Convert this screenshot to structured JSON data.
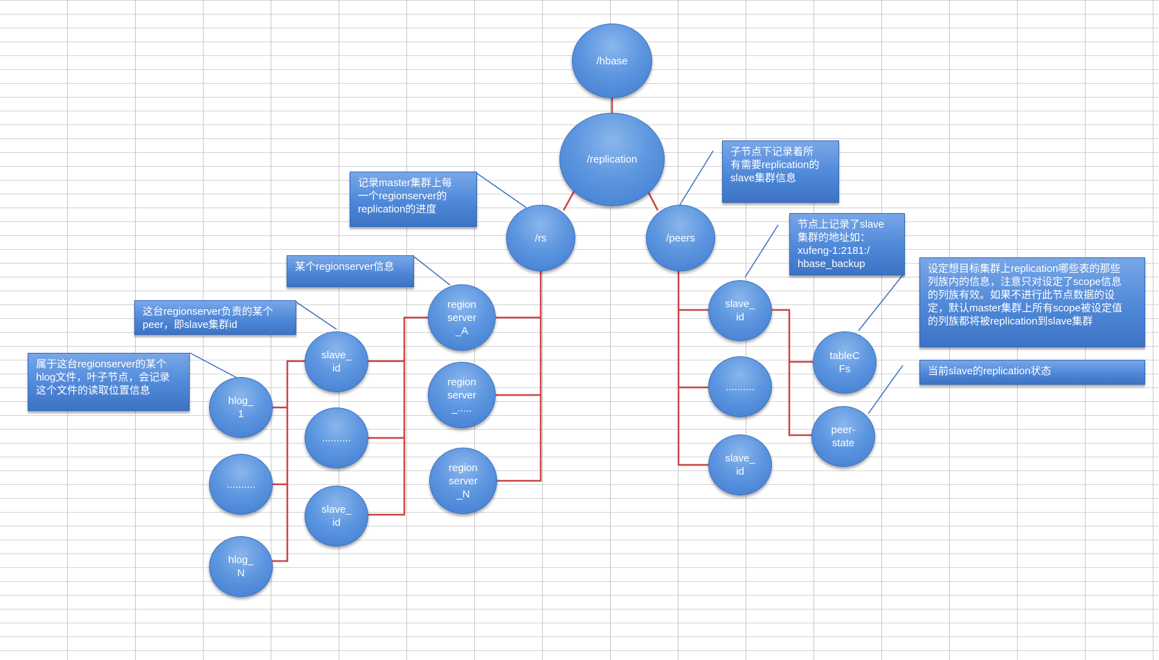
{
  "nodes": {
    "hbase": "/hbase",
    "replication": "/replication",
    "rs": "/rs",
    "peers": "/peers",
    "regionserver_a": "region\nserver\n_A",
    "regionserver_etc": "region\nserver\n_.....",
    "regionserver_n": "region\nserver\n_N",
    "rs_slave_id_1": "slave_\nid",
    "rs_slave_dots": "..........",
    "rs_slave_id_2": "slave_\nid",
    "hlog_1": "hlog_\n1",
    "hlog_dots": "..........",
    "hlog_n": "hlog_\nN",
    "peers_slave_id_1": "slave_\nid",
    "peers_dots": "..........",
    "peers_slave_id_2": "slave_\nid",
    "tablecfs": "tableC\nFs",
    "peer_state": "peer-\nstate"
  },
  "callouts": {
    "rs_note": "记录master集群上每\n一个regionserver的\nreplication的进度",
    "peers_note": "子节点下记录着所\n有需要replication的\nslave集群信息",
    "regionserver_note": "某个regionserver信息",
    "peer_note": "这台regionserver负责的某个\npeer，即slave集群id",
    "hlog_note": "属于这台regionserver的某个\nhlog文件，叶子节点，会记录\n这个文件的读取位置信息",
    "slave_address_note": "节点上记录了slave\n集群的地址如：\nxufeng-1:2181:/\nhbase_backup",
    "tablecfs_note": "设定想目标集群上replication哪些表的那些\n列族内的信息，注意只对设定了scope信息\n的列族有效。如果不进行此节点数据的设\n定，默认master集群上所有scope被设定值\n的列族都将被replication到slave集群",
    "peer_state_note": "当前slave的replication状态"
  },
  "colors": {
    "edge": "#cc4444",
    "leader": "#3d6fbf",
    "node_fill": "#5e97e0",
    "callout_fill": "#4f88d8",
    "text": "#ffffff"
  }
}
